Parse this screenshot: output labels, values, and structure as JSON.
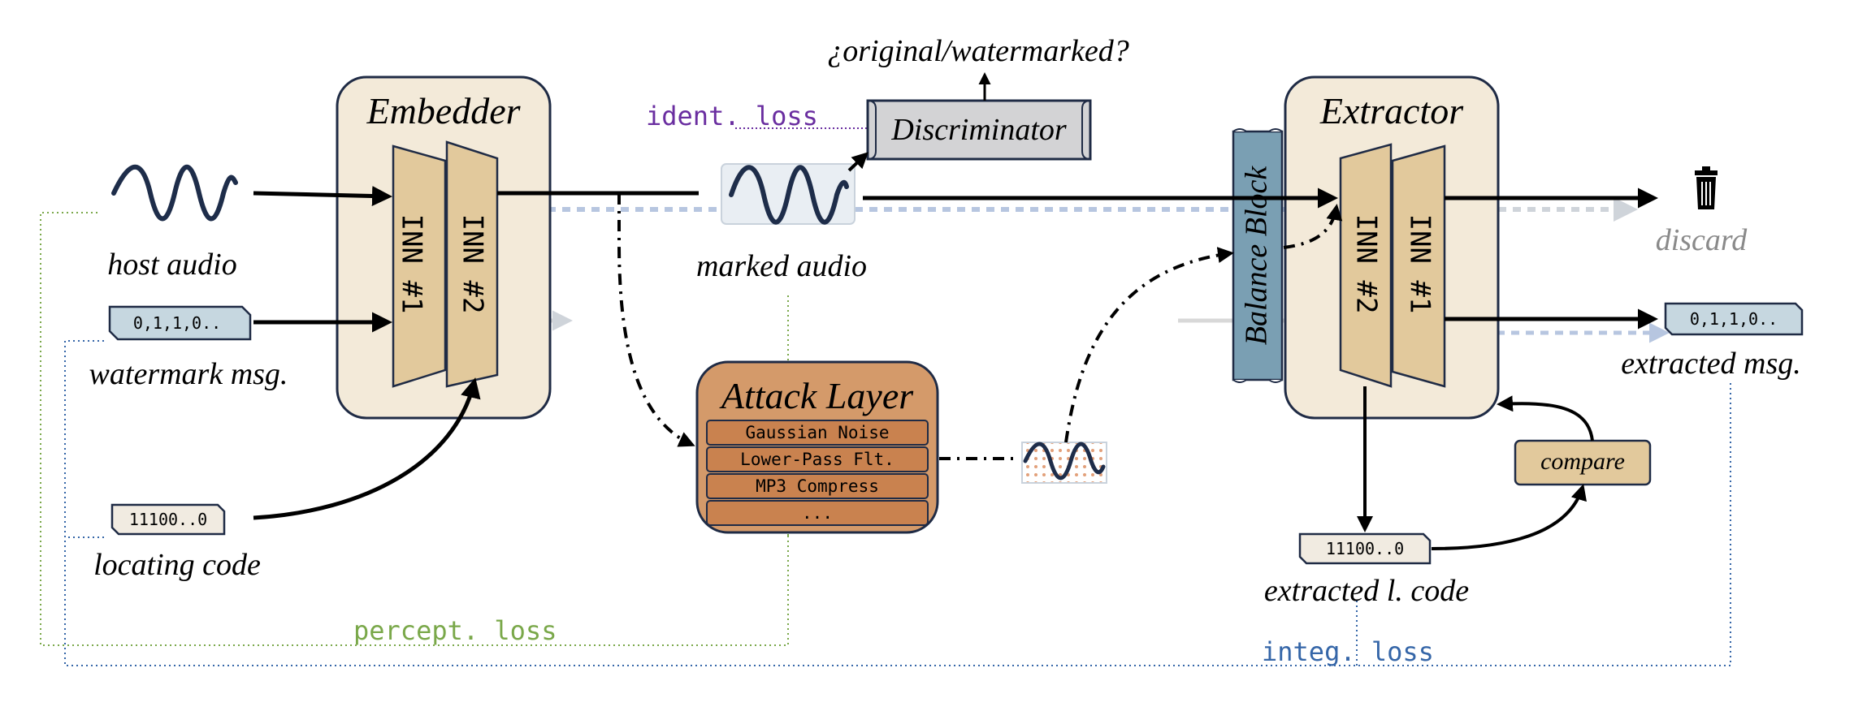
{
  "embedder": {
    "title": "Embedder",
    "inn1": "INN #1",
    "inn2": "INN #2"
  },
  "extractor": {
    "title": "Extractor",
    "inn2": "INN #2",
    "inn1": "INN #1"
  },
  "balance_block": "Balance Block",
  "discriminator": {
    "label": "Discriminator",
    "question": "¿original/watermarked?"
  },
  "inputs": {
    "host_audio": "host audio",
    "watermark_msg": "watermark msg.",
    "watermark_msg_value": "0,1,1,0..",
    "locating_code": "locating code",
    "locating_code_value": "11100..0"
  },
  "marked_audio": "marked audio",
  "attack_layer": {
    "title": "Attack Layer",
    "items": [
      "Gaussian Noise",
      "Lower-Pass Flt.",
      "MP3 Compress",
      "..."
    ]
  },
  "outputs": {
    "discard": "discard",
    "extracted_msg": "extracted msg.",
    "extracted_msg_value": "0,1,1,0..",
    "extracted_code": "extracted l. code",
    "extracted_code_value": "11100..0",
    "compare": "compare"
  },
  "losses": {
    "ident": "ident. loss",
    "percept": "percept. loss",
    "integ": "integ. loss"
  },
  "colors": {
    "module_fill": "#f3ead9",
    "inn_fill": "#e2c99c",
    "balance_fill": "#7a9fb3",
    "attack_fill": "#d49a6a",
    "attack_item": "#c9824f",
    "disc_fill": "#d3d3d5",
    "tag_fill": "#c6d7e0",
    "code_fill": "#f1ebe1",
    "compare_fill": "#e2c99c",
    "ident_color": "#6a2ea0",
    "percept_color": "#7aa84a",
    "integ_color": "#3566a8",
    "wave_color": "#1e2d4a"
  }
}
